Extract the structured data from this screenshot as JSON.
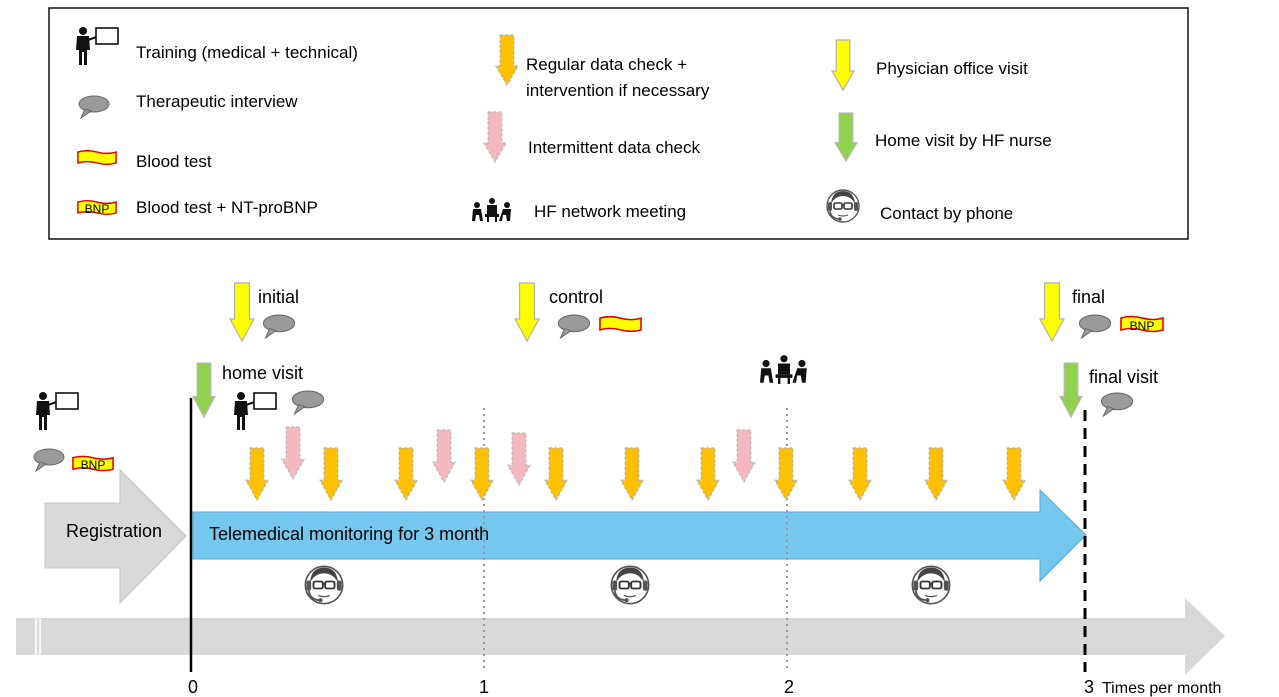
{
  "legend": {
    "training": "Training (medical + technical)",
    "interview": "Therapeutic interview",
    "blood_test": "Blood test",
    "blood_test_bnp": "Blood test + NT-proBNP",
    "regular_check_line1": "Regular data check +",
    "regular_check_line2": "intervention if necessary",
    "intermittent_check": "Intermittent data check",
    "network_meeting": "HF network meeting",
    "physician_visit": "Physician office visit",
    "home_visit_nurse": "Home visit by HF nurse",
    "phone_contact": "Contact by phone",
    "bnp_badge": "BNP"
  },
  "timeline": {
    "initial": "initial",
    "control": "control",
    "final": "final",
    "home_visit": "home visit",
    "final_visit": "final visit",
    "registration": "Registration",
    "monitoring": "Telemedical monitoring for 3 month",
    "bnp_badge": "BNP",
    "axis_ticks": [
      "0",
      "1",
      "2",
      "3"
    ],
    "axis_label": "Times per month"
  },
  "colors": {
    "physician_arrow": "#ffff00",
    "nurse_arrow": "#92d050",
    "regular_arrow": "#ffc000",
    "intermittent_arrow": "#f4b8c0",
    "monitoring_arrow": "#75c7ee",
    "registration_arrow": "#d9d9d9",
    "axis_arrow": "#d9d9d9",
    "bubble": "#999999",
    "blood_fill": "#ffff00",
    "blood_border": "#e00000"
  },
  "icons": [
    "trainer-icon",
    "speech-bubble-icon",
    "blood-test-icon",
    "bnp-badge-icon",
    "meeting-icon",
    "headset-person-icon"
  ]
}
